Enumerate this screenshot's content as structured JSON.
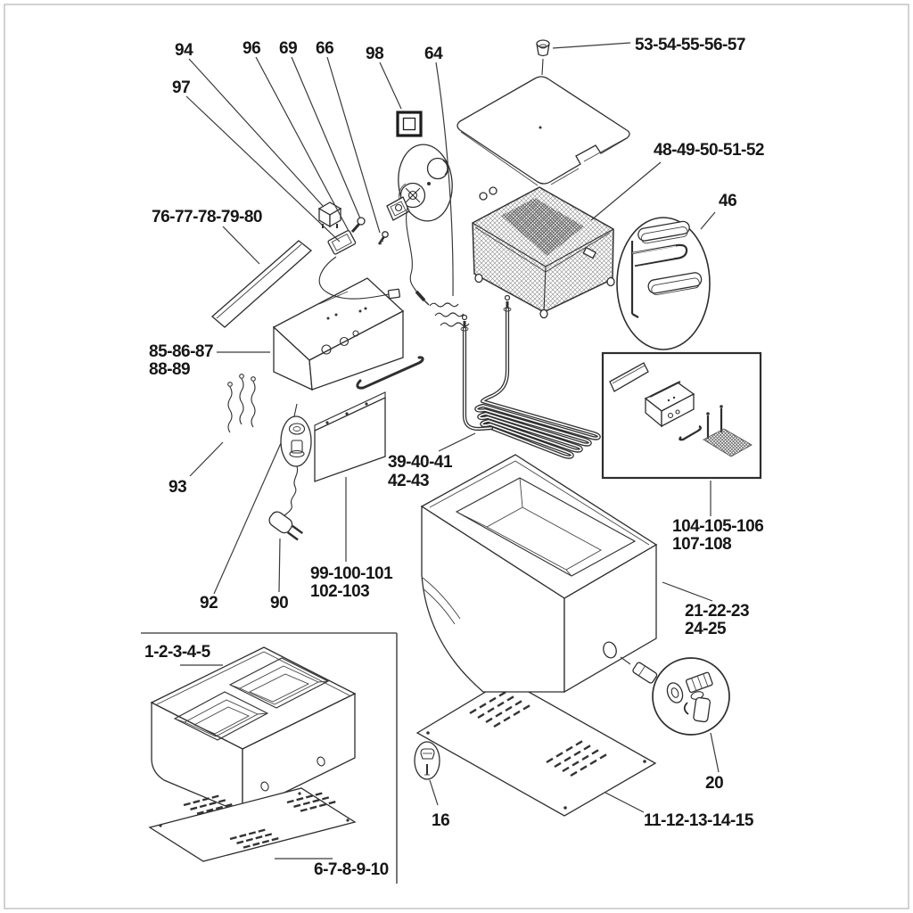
{
  "figure": {
    "type": "exploded-parts-diagram",
    "subject": "countertop deep fryer parts view"
  },
  "colors": {
    "ink": "#2e2e2e",
    "paper": "#ffffff",
    "frame": "#c4c4c4"
  },
  "labels": {
    "p94": "94",
    "p97": "97",
    "p96": "96",
    "p69": "69",
    "p66": "66",
    "p98": "98",
    "p64": "64",
    "p53": "53-54-55-56-57",
    "p48": "48-49-50-51-52",
    "p46": "46",
    "p76": "76-77-78-79-80",
    "p85a": "85-86-87",
    "p85b": "88-89",
    "p93": "93",
    "p39a": "39-40-41",
    "p39b": "42-43",
    "p104a": "104-105-106",
    "p104b": "107-108",
    "p99a": "99-100-101",
    "p99b": "102-103",
    "p92": "92",
    "p90": "90",
    "p21a": "21-22-23",
    "p21b": "24-25",
    "p1": "1-2-3-4-5",
    "p20": "20",
    "p16": "16",
    "p11": "11-12-13-14-15",
    "p6": "6-7-8-9-10"
  }
}
